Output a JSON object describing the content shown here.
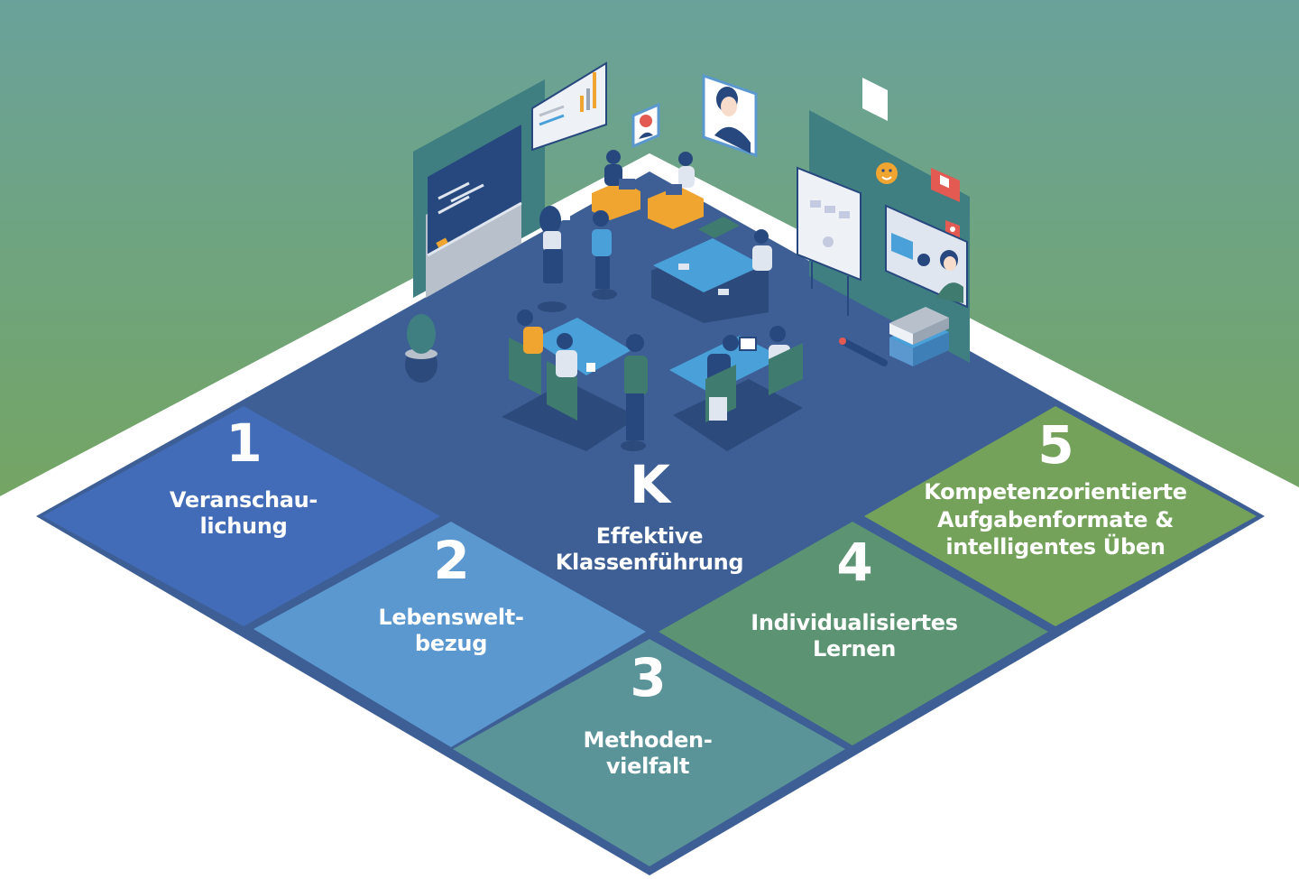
{
  "colors": {
    "sky_top": "#6aa29b",
    "sky_bottom": "#74a564",
    "floor_border": "#3d5f95",
    "floor_main": "#3f5f96",
    "floor_dark": "#2d4a7c",
    "tile_1": "#426cb8",
    "tile_2": "#5a98cf",
    "tile_3": "#5a9498",
    "tile_4": "#5b9373",
    "tile_5": "#75a25a",
    "wall_teal": "#3f7f82",
    "desk_blue": "#4aa0d8",
    "chair_green": "#3f7b6e",
    "orange": "#f0a531",
    "red": "#e25a52",
    "white": "#ffffff"
  },
  "center": {
    "key": "K",
    "lines": [
      "Effektive",
      "Klassenführung"
    ]
  },
  "tiles": [
    {
      "number": "1",
      "lines": [
        "Veranschau-",
        "lichung"
      ]
    },
    {
      "number": "2",
      "lines": [
        "Lebenswelt-",
        "bezug"
      ]
    },
    {
      "number": "3",
      "lines": [
        "Methoden-",
        "vielfalt"
      ]
    },
    {
      "number": "4",
      "lines": [
        "Individualisiertes",
        "Lernen"
      ]
    },
    {
      "number": "5",
      "lines": [
        "Kompetenzorientierte",
        "Aufgabenformate &",
        "intelligentes Üben"
      ]
    }
  ],
  "illustration": {
    "icons": [
      "chalkboard-icon",
      "bar-chart-panel-icon",
      "profile-photo-icon",
      "avatar-card-icon",
      "smiley-icon",
      "thumbs-up-icon",
      "heart-icon",
      "video-lesson-icon",
      "flipchart-icon",
      "books-icon",
      "pencil-icon",
      "plant-icon"
    ]
  }
}
